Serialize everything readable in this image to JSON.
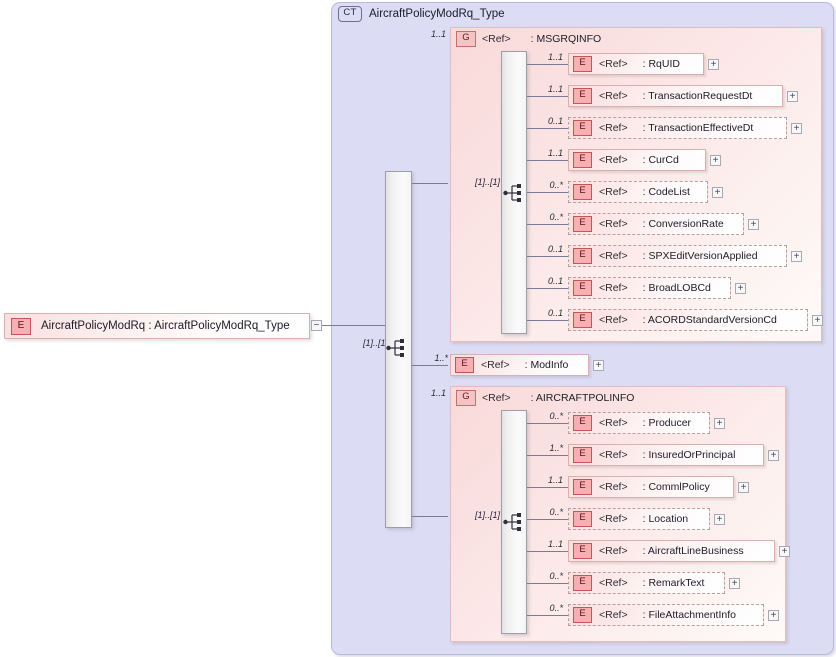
{
  "diagram": {
    "title": "AircraftPolicyModRq_Type",
    "complex_type_badge": "CT",
    "group_badge": "G",
    "element_badge": "E",
    "ref_label": "<Ref>",
    "expand_symbol": "+",
    "collapse_symbol": "−"
  },
  "root_element": {
    "badge": "E",
    "label": "AircraftPolicyModRq  :  AircraftPolicyModRq_Type",
    "toggle": "−",
    "cardinality": "[1]..[1]"
  },
  "sequences": {
    "root_cardinality": "[1]..[1]",
    "msgrqinfo_cardinality": "[1]..[1]",
    "aircraftpolinfo_cardinality": "[1]..[1]"
  },
  "groups": [
    {
      "badge": "G",
      "ref": "<Ref>",
      "name": ": MSGRQINFO",
      "cardinality": "1..1",
      "children": [
        {
          "badge": "E",
          "ref": "<Ref>",
          "name": ": RqUID",
          "cardinality": "1..1",
          "optional": false,
          "toggle": "+"
        },
        {
          "badge": "E",
          "ref": "<Ref>",
          "name": ": TransactionRequestDt",
          "cardinality": "1..1",
          "optional": false,
          "toggle": "+"
        },
        {
          "badge": "E",
          "ref": "<Ref>",
          "name": ": TransactionEffectiveDt",
          "cardinality": "0..1",
          "optional": true,
          "toggle": "+"
        },
        {
          "badge": "E",
          "ref": "<Ref>",
          "name": ": CurCd",
          "cardinality": "1..1",
          "optional": false,
          "toggle": "+"
        },
        {
          "badge": "E",
          "ref": "<Ref>",
          "name": ": CodeList",
          "cardinality": "0..*",
          "optional": true,
          "toggle": "+"
        },
        {
          "badge": "E",
          "ref": "<Ref>",
          "name": ": ConversionRate",
          "cardinality": "0..*",
          "optional": true,
          "toggle": "+"
        },
        {
          "badge": "E",
          "ref": "<Ref>",
          "name": ": SPXEditVersionApplied",
          "cardinality": "0..1",
          "optional": true,
          "toggle": "+"
        },
        {
          "badge": "E",
          "ref": "<Ref>",
          "name": ": BroadLOBCd",
          "cardinality": "0..1",
          "optional": true,
          "toggle": "+"
        },
        {
          "badge": "E",
          "ref": "<Ref>",
          "name": ": ACORDStandardVersionCd",
          "cardinality": "0..1",
          "optional": true,
          "toggle": "+"
        }
      ]
    },
    {
      "badge": "G",
      "ref": "<Ref>",
      "name": ": AIRCRAFTPOLINFO",
      "cardinality": "1..1",
      "children": [
        {
          "badge": "E",
          "ref": "<Ref>",
          "name": ": Producer",
          "cardinality": "0..*",
          "optional": true,
          "toggle": "+"
        },
        {
          "badge": "E",
          "ref": "<Ref>",
          "name": ": InsuredOrPrincipal",
          "cardinality": "1..*",
          "optional": false,
          "toggle": "+"
        },
        {
          "badge": "E",
          "ref": "<Ref>",
          "name": ": CommlPolicy",
          "cardinality": "1..1",
          "optional": false,
          "toggle": "+"
        },
        {
          "badge": "E",
          "ref": "<Ref>",
          "name": ": Location",
          "cardinality": "0..*",
          "optional": true,
          "toggle": "+"
        },
        {
          "badge": "E",
          "ref": "<Ref>",
          "name": ": AircraftLineBusiness",
          "cardinality": "1..1",
          "optional": false,
          "toggle": "+"
        },
        {
          "badge": "E",
          "ref": "<Ref>",
          "name": ": RemarkText",
          "cardinality": "0..*",
          "optional": true,
          "toggle": "+"
        },
        {
          "badge": "E",
          "ref": "<Ref>",
          "name": ": FileAttachmentInfo",
          "cardinality": "0..*",
          "optional": true,
          "toggle": "+"
        }
      ]
    }
  ],
  "standalone_elements": [
    {
      "badge": "E",
      "ref": "<Ref>",
      "name": ": ModInfo",
      "cardinality": "1..*",
      "optional": false,
      "toggle": "+"
    }
  ],
  "colors": {
    "container_fill": "#dcdcf5",
    "group_fill": "#fbe4e4",
    "element_fill": "#fdeaea",
    "badge_element": "#f8afb2",
    "badge_group": "#f5c3c3",
    "line": "#7b7b93"
  }
}
